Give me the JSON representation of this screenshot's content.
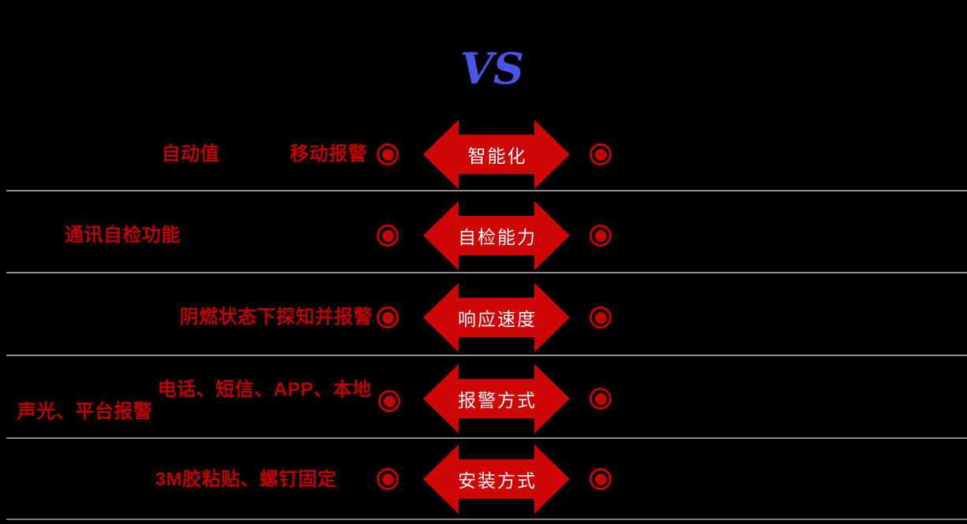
{
  "page": {
    "vs_title": "VS"
  },
  "colors": {
    "background": "#000000",
    "feature_text_red": "#C00000",
    "arrow_red": "#CE0606",
    "bullseye_red": "#C40303",
    "vs_blue": "#4A55E8",
    "divider_gray": "#8C8C8C",
    "arrow_label_white": "#FFFFFF"
  },
  "icons": {
    "bullseye": "bullseye-icon",
    "double_arrow": "double-arrow-icon"
  },
  "rows": [
    {
      "arrow_label": "智能化",
      "left_label_1": "自动值",
      "left_label_2": "移动报警"
    },
    {
      "arrow_label": "自检能力",
      "left_label_1": "通讯自检功能"
    },
    {
      "arrow_label": "响应速度",
      "left_label_1": "阴燃状态下探知并报警"
    },
    {
      "arrow_label": "报警方式",
      "left_label_1": "电话、短信、APP、本地",
      "left_label_2": "声光、平台报警"
    },
    {
      "arrow_label": "安装方式",
      "left_label_1": "3M胶粘贴、螺钉固定"
    }
  ]
}
